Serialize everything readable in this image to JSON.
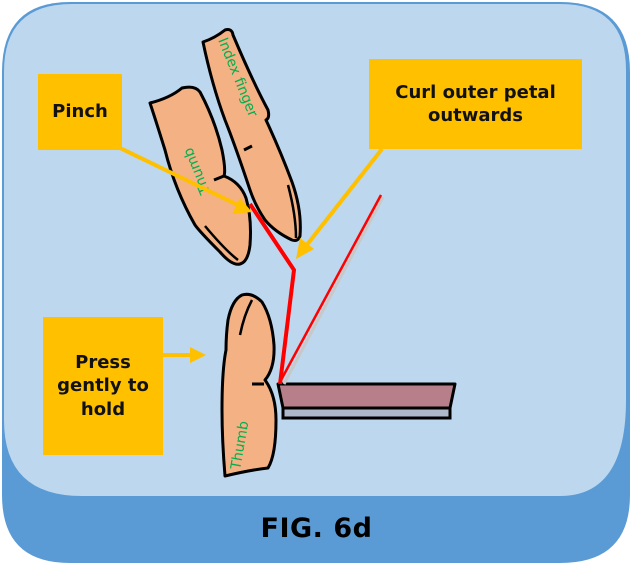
{
  "figure": {
    "caption": "FIG. 6d",
    "colors": {
      "outer_frame": "#5B9BD5",
      "inner_panel": "#BDD7EE",
      "label_box": "#FFC000",
      "arrow": "#FFC000",
      "skin": "#F4B183",
      "finger_label": "#00B050",
      "petal_line": "#FF0000",
      "base_top": "#B77F8A",
      "base_bottom": "#ADB9CA"
    }
  },
  "labels": {
    "pinch": "Pinch",
    "curl_line1": "Curl outer petal",
    "curl_line2": "outwards",
    "press_line1": "Press",
    "press_line2": "gently to",
    "press_line3": "hold"
  },
  "fingers": {
    "index_finger": "Index finger",
    "upper_thumb": "Thumb",
    "lower_thumb": "Thumb"
  }
}
